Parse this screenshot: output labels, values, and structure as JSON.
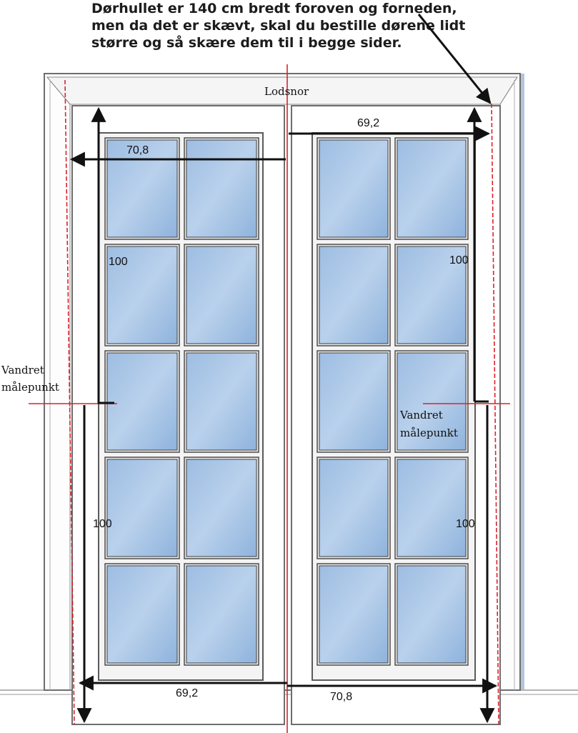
{
  "caption": {
    "line1": "Dørhullet er 140 cm bredt foroven og forneden,",
    "line2": "men da det er skævt, skal du bestille dørene lidt",
    "line3": "større og så skære dem til i begge sider."
  },
  "labels": {
    "plumb_line": "Lodsnor",
    "level_left_1": "Vandret",
    "level_left_2": "målepunkt",
    "level_right_1": "Vandret",
    "level_right_2": "målepunkt"
  },
  "measurements": {
    "top_left_width": "70,8",
    "top_right_width": "69,2",
    "left_upper_height": "100",
    "left_lower_height": "100",
    "right_upper_height": "100",
    "right_lower_height": "100",
    "bottom_left_width": "69,2",
    "bottom_right_width": "70,8"
  },
  "colors": {
    "guide_line": "#d9232e",
    "arrow": "#111111",
    "glass": "#a9c6e6",
    "frame": "#fbfbfb",
    "frame_stroke": "#7a7a7a",
    "wall_shade": "#8aa2bf"
  }
}
